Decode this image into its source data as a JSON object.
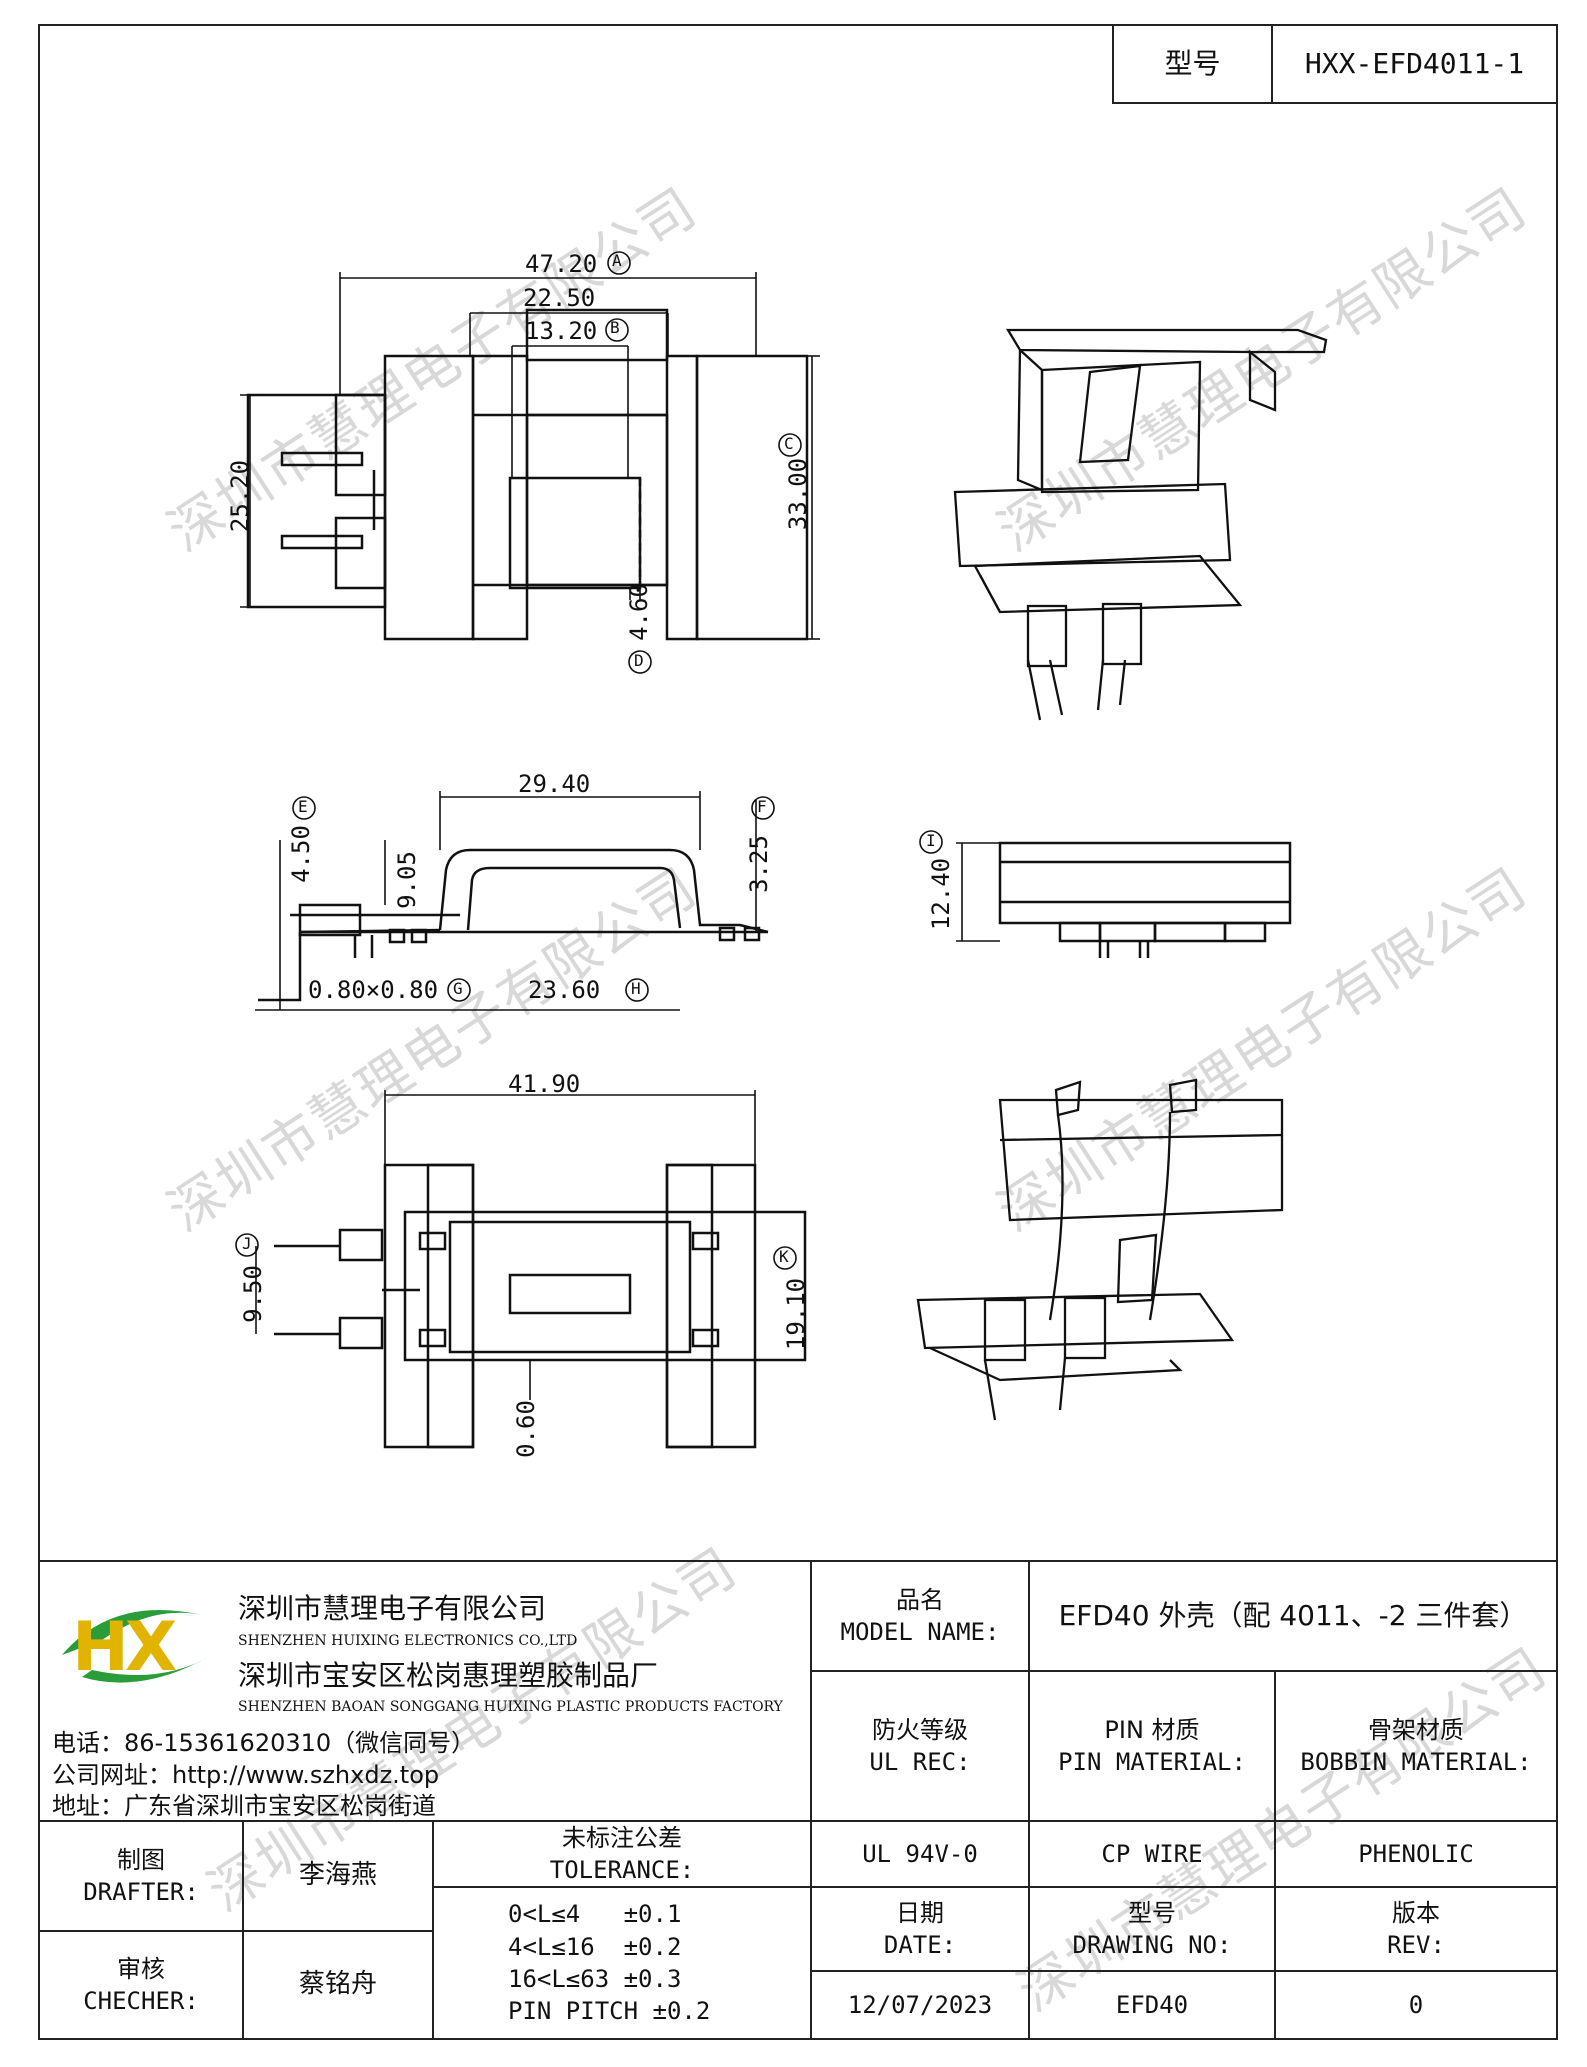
{
  "header": {
    "model_label": "型号",
    "model_value": "HXX-EFD4011-1"
  },
  "drawing": {
    "top_view": {
      "dim_width": "47.20",
      "dim_width_tag": "A",
      "dim_window": "22.50",
      "dim_inner": "13.20",
      "dim_inner_tag": "B",
      "dim_height": "33.00",
      "dim_height_tag": "C",
      "dim_pin_span": "25.20",
      "dim_bottom": "4.60",
      "dim_bottom_tag": "D"
    },
    "side_view": {
      "dim_top": "29.40",
      "dim_left": "4.50",
      "dim_left_tag": "E",
      "dim_inner": "9.05",
      "dim_right": "3.25",
      "dim_right_tag": "F",
      "dim_pin": "0.80×0.80",
      "dim_pin_tag": "G",
      "dim_base": "23.60",
      "dim_base_tag": "H"
    },
    "end_view": {
      "dim_height": "12.40",
      "dim_height_tag": "I"
    },
    "bottom_view": {
      "dim_width": "41.90",
      "dim_pin_span": "9.50",
      "dim_pin_tag": "J",
      "dim_height": "19.10",
      "dim_height_tag": "K",
      "dim_gap": "0.60"
    }
  },
  "watermark": "深圳市慧理电子有限公司",
  "company": {
    "logo_letters": "HX",
    "name_cn": "深圳市慧理电子有限公司",
    "name_en": "SHENZHEN HUIXING ELECTRONICS CO.,LTD",
    "factory_cn": "深圳市宝安区松岗惠理塑胶制品厂",
    "factory_en": "SHENZHEN BAOAN SONGGANG HUIXING PLASTIC PRODUCTS FACTORY",
    "phone": "电话：86-15361620310（微信同号）",
    "website": "公司网址：http://www.szhxdz.top",
    "address": "地址：广东省深圳市宝安区松岗街道"
  },
  "title_block": {
    "model_name_cn": "品名",
    "model_name_en": "MODEL NAME:",
    "model_name_value": "EFD40 外壳（配 4011、-2 三件套）",
    "ul_cn": "防火等级",
    "ul_en": "UL REC:",
    "pin_cn": "PIN 材质",
    "pin_en": "PIN MATERIAL:",
    "bobbin_cn": "骨架材质",
    "bobbin_en": "BOBBIN MATERIAL:",
    "ul_value": "UL 94V-0",
    "pin_value": "CP WIRE",
    "bobbin_value": "PHENOLIC",
    "date_cn": "日期",
    "date_en": "DATE:",
    "drawing_no_cn": "型号",
    "drawing_no_en": "DRAWING NO:",
    "rev_cn": "版本",
    "rev_en": "REV:",
    "date_value": "12/07/2023",
    "drawing_no_value": "EFD40",
    "rev_value": "0",
    "drafter_cn": "制图",
    "drafter_en": "DRAFTER:",
    "drafter_name": "李海燕",
    "checker_cn": "审核",
    "checker_en": "CHECHER:",
    "checker_name": "蔡铭舟",
    "tolerance_cn": "未标注公差",
    "tolerance_en": "TOLERANCE:",
    "tolerances": [
      "0<L≤4   ±0.1",
      "4<L≤16  ±0.2",
      "16<L≤63 ±0.3",
      "PIN PITCH ±0.2"
    ]
  }
}
